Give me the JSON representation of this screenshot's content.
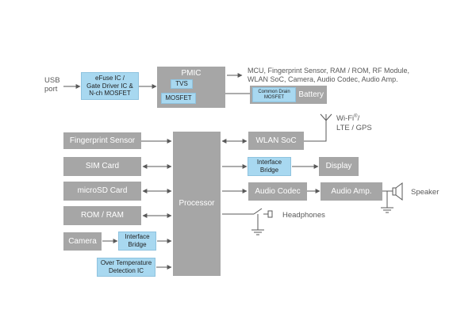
{
  "usb_port": {
    "line1": "USB",
    "line2": "port"
  },
  "efuse": {
    "line1": "eFuse IC /",
    "line2": "Gate Driver IC &",
    "line3": "N-ch MOSFET"
  },
  "pmic": {
    "label": "PMIC",
    "tvs": "TVS",
    "mosfet": "MOSFET"
  },
  "power_outputs": {
    "line1": "MCU, Fingerprint Sensor, RAM / ROM, RF Module,",
    "line2": "WLAN SoC, Camera, Audio Codec, Audio Amp."
  },
  "battery": {
    "label": "Battery",
    "mosfet_line1": "Common Drain",
    "mosfet_line2": "MOSFET"
  },
  "processor": "Processor",
  "left_blocks": {
    "fingerprint": "Fingerprint Sensor",
    "sim": "SIM Card",
    "microsd": "microSD Card",
    "rom_ram": "ROM / RAM",
    "camera": "Camera",
    "camera_bridge_line1": "Interface",
    "camera_bridge_line2": "Bridge",
    "otd_line1": "Over Temperature",
    "otd_line2": "Detection IC"
  },
  "right_blocks": {
    "wlan": "WLAN SoC",
    "display_bridge_line1": "Interface",
    "display_bridge_line2": "Bridge",
    "display": "Display",
    "audio_codec": "Audio Codec",
    "audio_amp": "Audio Amp."
  },
  "wireless": {
    "wifi": "Wi-Fi",
    "wifi_mark": "®",
    "wifi_suffix": "/",
    "line2": "LTE / GPS"
  },
  "speaker": "Speaker",
  "headphones": "Headphones",
  "colors": {
    "block": "#a6a6a6",
    "interface": "#a8d8f0",
    "line": "#595959"
  }
}
